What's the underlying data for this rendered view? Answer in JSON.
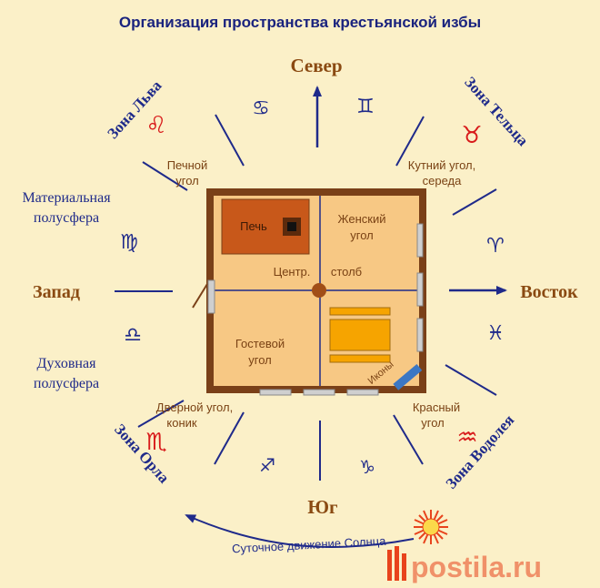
{
  "title": "Организация пространства крестьянской избы",
  "directions": {
    "north": "Север",
    "south": "Юг",
    "west": "Запад",
    "east": "Восток"
  },
  "zones": {
    "leo": "Зона Льва",
    "taurus": "Зона Тельца",
    "eagle": "Зона Орла",
    "aquarius": "Зона Водолея"
  },
  "hemispheres": {
    "material_line1": "Материальная",
    "material_line2": "полусфера",
    "spiritual_line1": "Духовная",
    "spiritual_line2": "полусфера"
  },
  "corners": {
    "stove_line1": "Печной",
    "stove_line2": "угол",
    "kutny_line1": "Кутний угол,",
    "kutny_line2": "середа",
    "door_line1": "Дверной угол,",
    "door_line2": "коник",
    "red_line1": "Красный",
    "red_line2": "угол"
  },
  "house": {
    "stove": "Печь",
    "female_line1": "Женский",
    "female_line2": "угол",
    "center_a": "Центр.",
    "center_b": "столб",
    "guest_line1": "Гостевой",
    "guest_line2": "угол",
    "icons": "Иконы"
  },
  "zodiac": {
    "cancer": "♋",
    "gemini": "♊",
    "leo": "♌",
    "taurus": "♉",
    "virgo": "♍",
    "aries": "♈",
    "libra": "♎",
    "pisces": "♓",
    "scorpio": "♏",
    "aquarius": "♒",
    "sagittarius": "♐",
    "capricorn": "♑"
  },
  "sun_path": "Суточное движение Солнца",
  "watermark": "postila.ru",
  "colors": {
    "background": "#fbf0c8",
    "title": "#1a237e",
    "direction": "#8a4a12",
    "zone": "#1f2a8a",
    "corner_label": "#7a4214",
    "zodiac_red": "#d81b1b",
    "zodiac_blue": "#1f2a8a",
    "ray": "#1f2a8a",
    "house_wall": "#7a4018",
    "house_floor": "#f7c884",
    "stove": "#c8581a",
    "table": "#f6a400",
    "sun": "#e8431c"
  }
}
